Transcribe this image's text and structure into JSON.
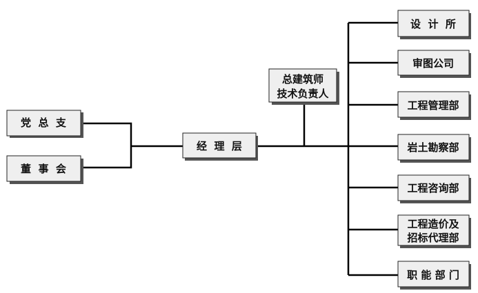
{
  "nodes": {
    "party": "党  总  支",
    "board": "董  事  会",
    "manager": "经  理  层",
    "chief_line1": "总建筑师",
    "chief_line2": "技术负责人",
    "design": "设  计  所",
    "drawing_review": "审图公司",
    "eng_mgmt": "工程管理部",
    "geotech": "岩土勘察部",
    "consulting": "工程咨询部",
    "cost_line1": "工程造价及",
    "cost_line2": "招标代理部",
    "functional": "职 能 部 门"
  },
  "colors": {
    "box_fill": "#efefef",
    "line": "#000000",
    "shadow": "#555555"
  }
}
